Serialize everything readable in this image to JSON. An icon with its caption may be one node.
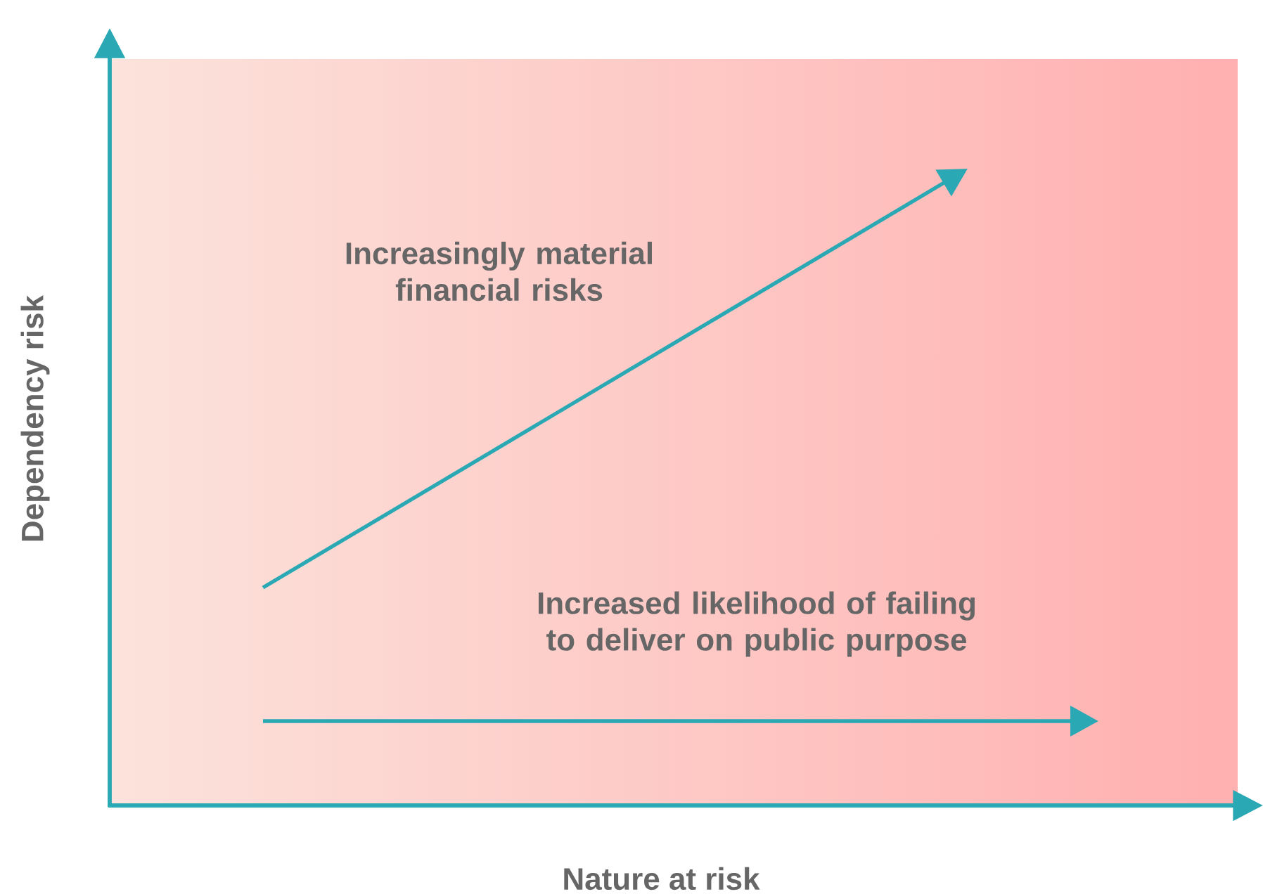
{
  "diagram": {
    "labels": [
      "Increasingly material financial risks",
      "Dependency risk",
      "Increased likelihood of failing to deliver on public purpose",
      "Nature at risk"
    ]
  }
}
